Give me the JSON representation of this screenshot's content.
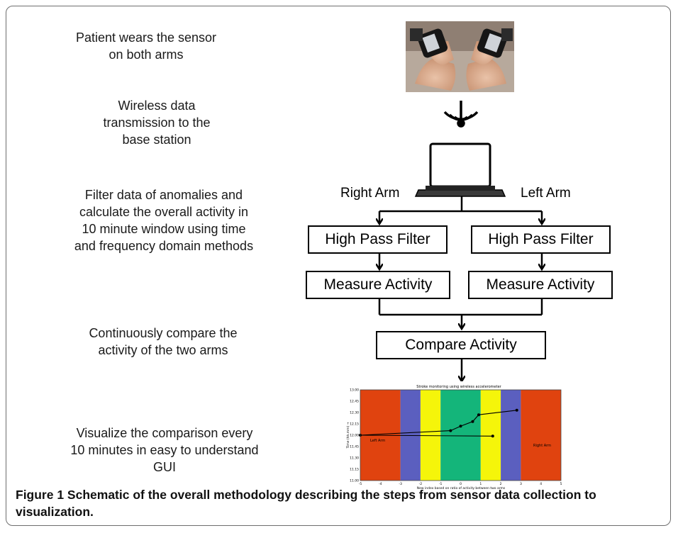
{
  "steps": [
    "Patient wears the sensor on both arms",
    "Wireless data transmission to the base station",
    "Filter data of anomalies and calculate the overall activity in 10 minute window using time and frequency domain methods",
    "Continuously compare the activity of the two arms",
    "Visualize the comparison every 10 minutes in easy to understand GUI"
  ],
  "flow": {
    "right_arm_label": "Right Arm",
    "left_arm_label": "Left Arm",
    "high_pass_right": "High Pass Filter",
    "high_pass_left": "High Pass Filter",
    "measure_right": "Measure Activity",
    "measure_left": "Measure Activity",
    "compare": "Compare Activity"
  },
  "gui_chart": {
    "title": "Stroke monitoring using wireless accelerometer",
    "xlabel": "New index based on ratio of activity between two arms",
    "ylabel": "Time (hh.mm) →",
    "left_label": "Left Arm",
    "right_label": "Right Arm",
    "x_ticks": [
      "-5",
      "-4",
      "-3",
      "-2",
      "-1",
      "0",
      "1",
      "2",
      "3",
      "4",
      "5"
    ],
    "y_ticks": [
      "13.00",
      "12.45",
      "12.30",
      "12.15",
      "12.00",
      "11.45",
      "11.30",
      "11.15",
      "11.00"
    ],
    "bands": [
      {
        "from": -5,
        "to": -3,
        "color": "#e0430f"
      },
      {
        "from": -3,
        "to": -2,
        "color": "#5b5fbf"
      },
      {
        "from": -2,
        "to": -1,
        "color": "#f5f50a"
      },
      {
        "from": -1,
        "to": 1,
        "color": "#14b57a"
      },
      {
        "from": 1,
        "to": 2,
        "color": "#f5f50a"
      },
      {
        "from": 2,
        "to": 3,
        "color": "#5b5fbf"
      },
      {
        "from": 3,
        "to": 5,
        "color": "#e0430f"
      }
    ],
    "points": [
      {
        "x": 1.6,
        "y": 11.98
      },
      {
        "x": -5,
        "y": 12.0
      },
      {
        "x": -0.5,
        "y": 12.1
      },
      {
        "x": 0,
        "y": 12.2
      },
      {
        "x": 0.6,
        "y": 12.3
      },
      {
        "x": 0.9,
        "y": 12.45
      },
      {
        "x": 2.8,
        "y": 12.55
      }
    ]
  },
  "caption": "Figure 1 Schematic of the overall methodology describing the steps from sensor data collection to visualization."
}
